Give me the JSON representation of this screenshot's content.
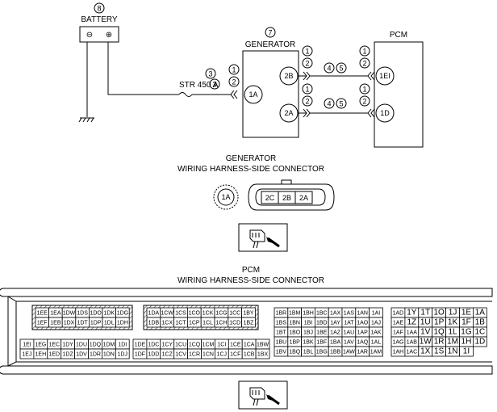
{
  "battery": {
    "number": "8",
    "label": "BATTERY",
    "neg": "⊖",
    "pos": "⊕"
  },
  "generator": {
    "number": "7",
    "label": "GENERATOR",
    "pins": [
      "2B",
      "1A",
      "2A"
    ]
  },
  "pcm": {
    "label": "PCM",
    "pins": [
      "1EI",
      "1D"
    ]
  },
  "fuse": {
    "number": "3",
    "label": "STR 450 A",
    "label_number": "3"
  },
  "callouts": {
    "c1": "1",
    "c2": "2",
    "c4": "4",
    "c5": "5"
  },
  "gen_connector": {
    "title": "GENERATOR",
    "subtitle": "WIRING HARNESS-SIDE CONNECTOR",
    "single_pin": "1A",
    "pins": [
      "2C",
      "2B",
      "2A"
    ]
  },
  "pcm_connector": {
    "title": "PCM",
    "subtitle": "WIRING HARNESS-SIDE CONNECTOR",
    "block1_top": [
      "1EE",
      "1EA",
      "1DW",
      "1DS",
      "1DO",
      "1DK",
      "1DG"
    ],
    "block1_bot": [
      "1EF",
      "1EB",
      "1DX",
      "1DT",
      "1DP",
      "1DL",
      "1DH"
    ],
    "block2_top": [
      "1DA",
      "1CW",
      "1CS",
      "1CO",
      "1CK",
      "1CG",
      "1CC",
      "1BY"
    ],
    "block2_bot": [
      "1DB",
      "1CX",
      "1CT",
      "1CP",
      "1CL",
      "1CH",
      "1CD",
      "1BZ"
    ],
    "block3_top": [
      "1EI",
      "1EG",
      "1EC",
      "1DY",
      "1DU",
      "1DQ",
      "1DM",
      "1DI"
    ],
    "block3_bot": [
      "1EJ",
      "1EH",
      "1ED",
      "1DZ",
      "1DV",
      "1DR",
      "1DN",
      "1DJ"
    ],
    "block4_top": [
      "1DE",
      "1DC",
      "1CY",
      "1CU",
      "1CQ",
      "1CM",
      "1CI",
      "1CE",
      "1CA",
      "1BW"
    ],
    "block4_bot": [
      "1DF",
      "1DD",
      "1CZ",
      "1CV",
      "1CR",
      "1CN",
      "1CJ",
      "1CF",
      "1CB",
      "1BX"
    ],
    "block5": [
      [
        "1BR",
        "1BM",
        "1BH",
        "1BC",
        "1AX",
        "1AS",
        "1AN",
        "1AI"
      ],
      [
        "1BS",
        "1BN",
        "1BI",
        "1BD",
        "1AY",
        "1AT",
        "1AO",
        "1AJ"
      ],
      [
        "1BT",
        "1BO",
        "1BJ",
        "1BE",
        "1AZ",
        "1AU",
        "1AP",
        "1AK"
      ],
      [
        "1BU",
        "1BP",
        "1BK",
        "1BF",
        "1BA",
        "1AV",
        "1AQ",
        "1AL"
      ],
      [
        "1BV",
        "1BQ",
        "1BL",
        "1BG",
        "1BB",
        "1AW",
        "1AR",
        "1AM"
      ]
    ],
    "block6": [
      [
        "1AD",
        "1Y",
        "1T",
        "1O",
        "1J",
        "1E",
        "1A"
      ],
      [
        "1AE",
        "1Z",
        "1U",
        "1P",
        "1K",
        "1F",
        "1B"
      ],
      [
        "1AF",
        "1AA",
        "1V",
        "1Q",
        "1L",
        "1G",
        "1C"
      ],
      [
        "1AG",
        "1AB",
        "1W",
        "1R",
        "1M",
        "1H",
        "1D"
      ],
      [
        "1AH",
        "1AC",
        "1X",
        "1S",
        "1N",
        "1I"
      ]
    ]
  }
}
